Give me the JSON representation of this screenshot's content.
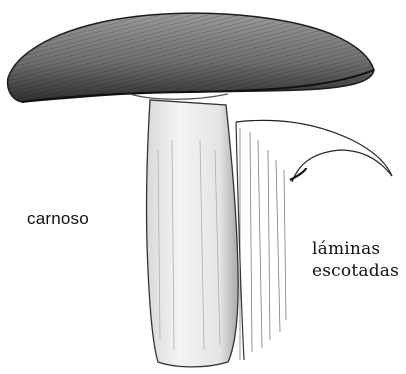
{
  "labels": {
    "carnoso": "carnoso",
    "laminas": "láminas",
    "escotadas": "escotadas"
  },
  "colors": {
    "ink": "#111111",
    "background": "#ffffff"
  }
}
